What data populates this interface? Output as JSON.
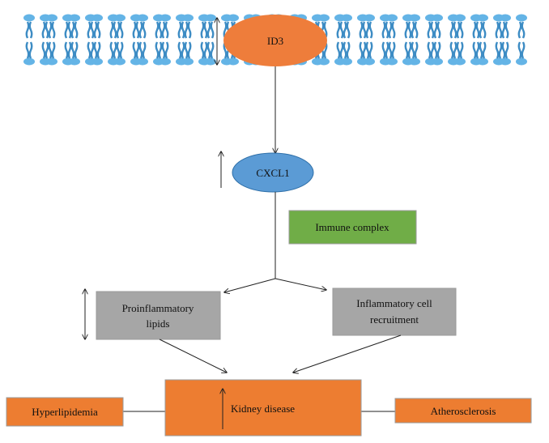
{
  "membrane": {
    "protein": "ID3"
  },
  "nodes": {
    "cxcl1": "CXCL1",
    "immune_complex": "Immune complex",
    "proinflammatory": [
      "Proinflammatory",
      "lipids"
    ],
    "inflammatory_cell": [
      "Inflammatory cell",
      "recruitment"
    ],
    "kidney": "Kidney disease",
    "hyperlipidemia": "Hyperlipidemia",
    "atherosclerosis": "Atherosclerosis"
  },
  "colors": {
    "lipid_head": "#64b4e6",
    "lipid_tail": "#3d8cc4",
    "id3": "#ee7d3b",
    "cxcl1": "#5b9bd5",
    "immune_complex": "#70ad47",
    "grey_box": "#a6a6a6",
    "orange_box": "#ed7d31",
    "box_border": "#9a9a9a"
  },
  "indicators": {
    "membrane": "up-down-arrow",
    "cxcl1": "up-arrow",
    "proinflammatory": "up-down-arrow",
    "kidney": "up-arrow"
  }
}
